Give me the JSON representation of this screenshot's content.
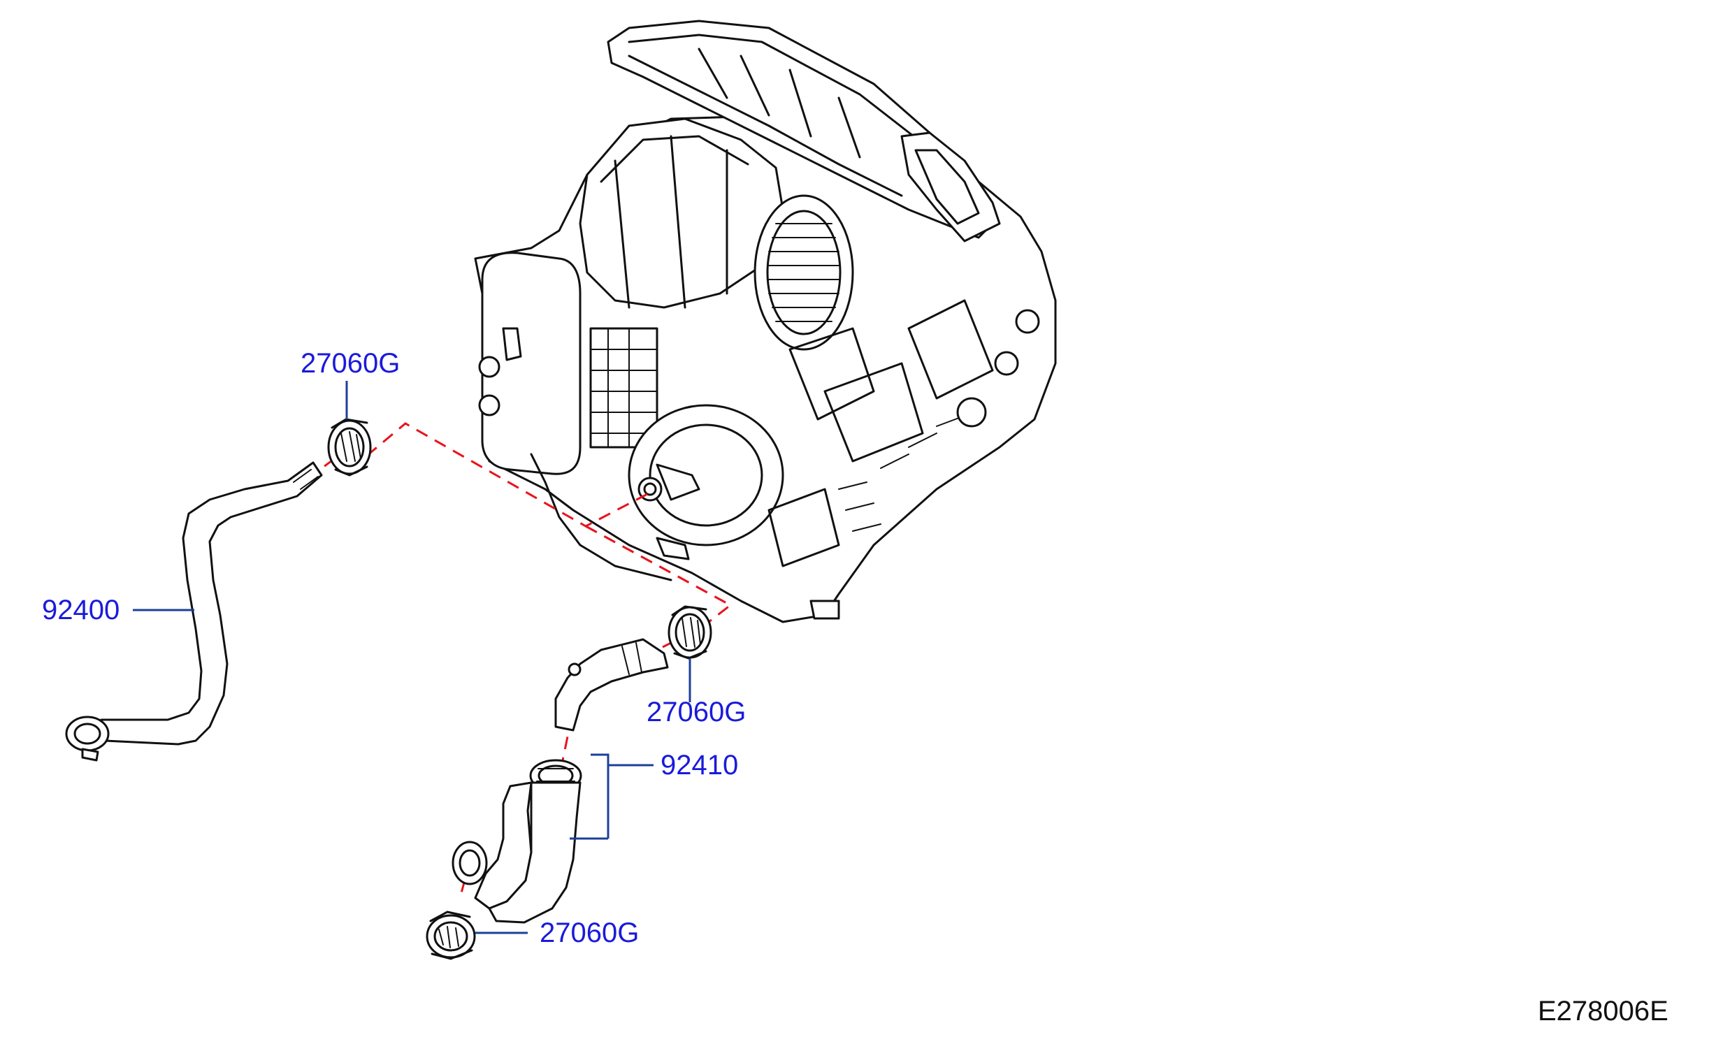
{
  "callouts": {
    "clamp_top": "27060G",
    "hose_left": "92400",
    "clamp_mid": "27060G",
    "hose_right": "92410",
    "clamp_bottom": "27060G"
  },
  "figure_id": "E278006E",
  "colors": {
    "callout_text": "#1a1adc",
    "leader_line": "#1c3f99",
    "connection_dash": "#e8141c",
    "line_art": "#111111",
    "background": "#ffffff"
  }
}
